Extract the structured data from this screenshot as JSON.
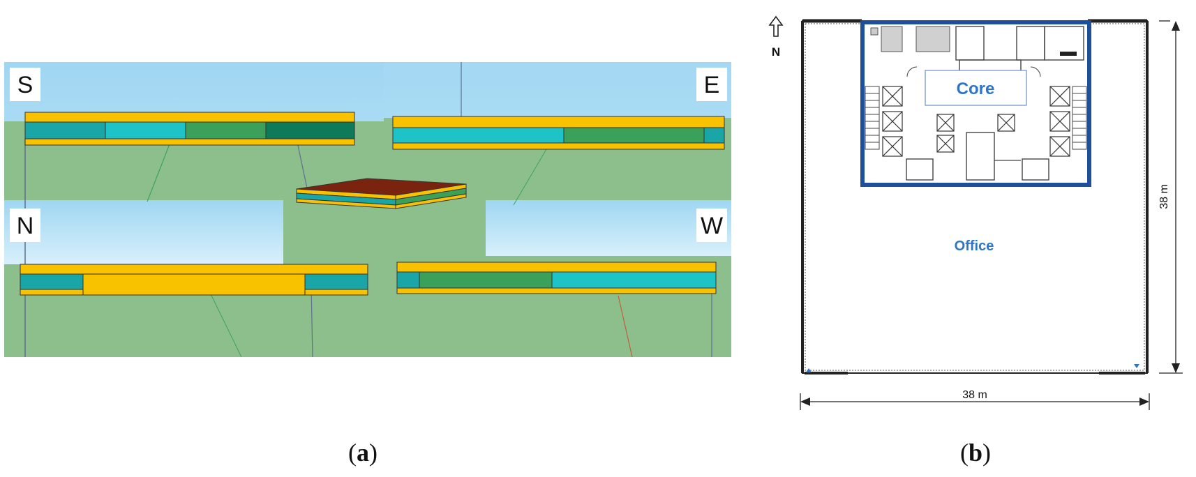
{
  "panel_a": {
    "elevations": {
      "south": "S",
      "east": "E",
      "north": "N",
      "west": "W"
    },
    "caption": "a"
  },
  "panel_b": {
    "north_arrow": {
      "icon": "north-arrow-icon",
      "label": "N"
    },
    "core_label": "Core",
    "office_label": "Office",
    "width_dimension": "38 m",
    "height_dimension": "38 m",
    "caption": "b"
  },
  "colors": {
    "sky": "#a9dcf3",
    "ground": "#8cbf8c",
    "slab": "#f8c200",
    "glazing_teal": "#1aa6a6",
    "glazing_cyan": "#1ec3c8",
    "glazing_green": "#3aa05a",
    "glazing_dark": "#0f7a5a",
    "roof": "#7a2410",
    "core_outline": "#1f4e9a",
    "label_blue": "#2e75c8"
  }
}
